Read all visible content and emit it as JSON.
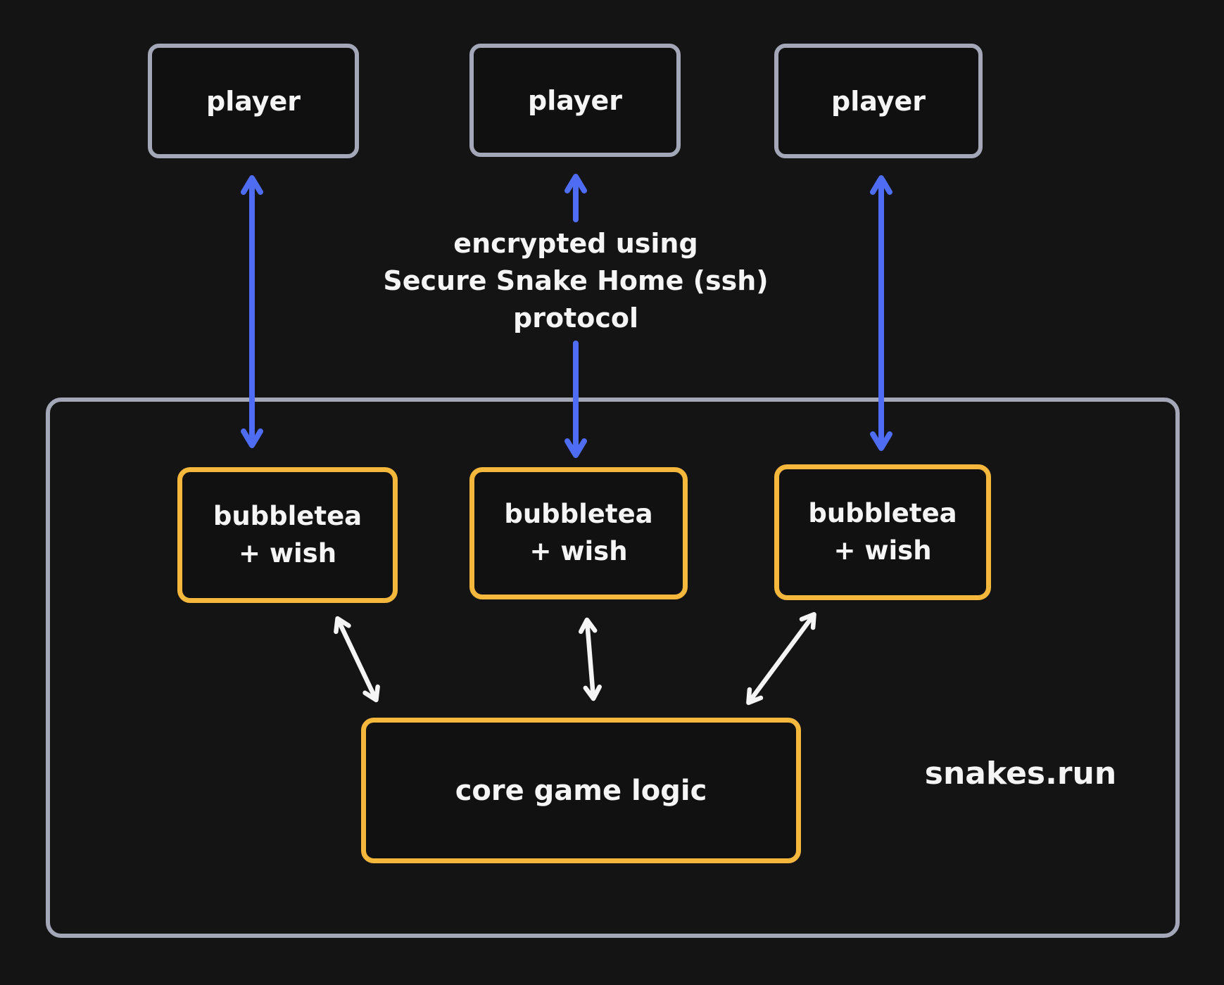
{
  "colors": {
    "background": "#141415",
    "text": "#f5f5f5",
    "accent_blue": "#4f6df4",
    "accent_yellow": "#f6b73d",
    "node_gray": "#a3a7b8"
  },
  "players": [
    {
      "label": "player"
    },
    {
      "label": "player"
    },
    {
      "label": "player"
    }
  ],
  "encryption_note": {
    "lines": [
      "encrypted using",
      "Secure Snake Home (ssh)",
      "protocol"
    ]
  },
  "server": {
    "label": "snakes.run",
    "frontends": [
      {
        "lines": [
          "bubbletea",
          "+ wish"
        ]
      },
      {
        "lines": [
          "bubbletea",
          "+ wish"
        ]
      },
      {
        "lines": [
          "bubbletea",
          "+ wish"
        ]
      }
    ],
    "core": {
      "label": "core game logic"
    }
  }
}
